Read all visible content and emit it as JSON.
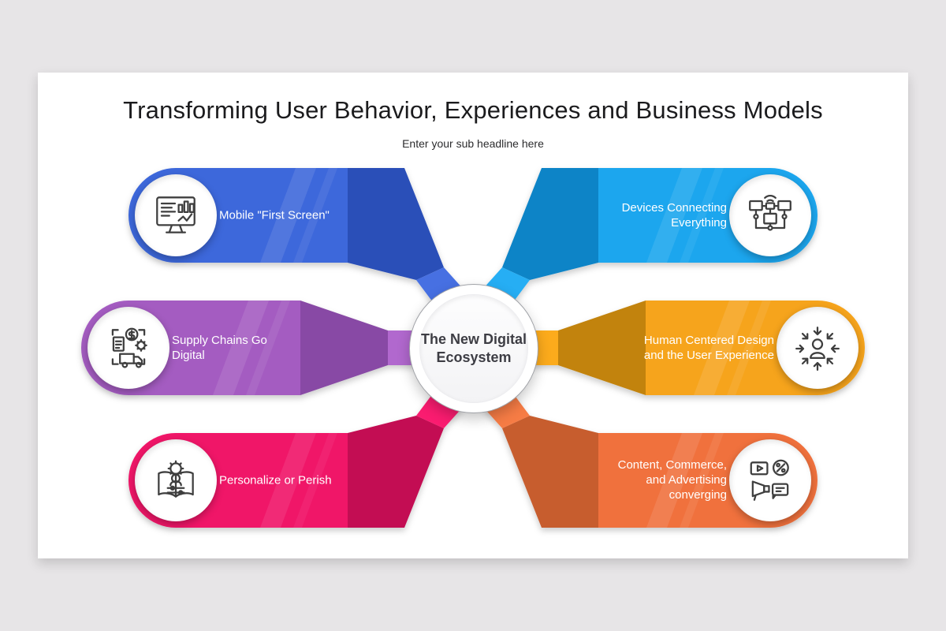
{
  "page": {
    "background": "#e7e5e7",
    "card_color": "#ffffff"
  },
  "header": {
    "title": "Transforming User Behavior, Experiences and Business Models",
    "subtitle": "Enter your sub headline here"
  },
  "center": {
    "label": "The New Digital Ecosystem"
  },
  "items": [
    {
      "id": "mobile-first-screen",
      "position": "top-left",
      "label": "Mobile \"First Screen\"",
      "icon": "monitor-analytics-icon",
      "color": "#3e68db",
      "color_dark": "#2c4fb8",
      "color_bright": "#4670e2"
    },
    {
      "id": "devices-connecting-everything",
      "position": "top-right",
      "label": "Devices Connecting Everything",
      "icon": "connected-devices-icon",
      "color": "#1ba6ee",
      "color_dark": "#0e84c7",
      "color_bright": "#27aef4"
    },
    {
      "id": "supply-chains-go-digital",
      "position": "middle-left",
      "label": "Supply Chains Go Digital",
      "icon": "supply-chain-icon",
      "color": "#a45cc1",
      "color_dark": "#884aa5",
      "color_bright": "#b168ce"
    },
    {
      "id": "human-centered-design",
      "position": "middle-right",
      "label": "Human Centered Design and the User Experience",
      "icon": "human-centered-design-icon",
      "color": "#f6a41e",
      "color_dark": "#c2830e",
      "color_bright": "#fcab1d"
    },
    {
      "id": "personalize-or-perish",
      "position": "bottom-left",
      "label": "Personalize or Perish",
      "icon": "personalization-book-icon",
      "color": "#f01367",
      "color_dark": "#c30d52",
      "color_bright": "#fa1a6f"
    },
    {
      "id": "content-commerce-advertising",
      "position": "bottom-right",
      "label": "Content, Commerce, and Advertising converging",
      "icon": "content-commerce-icon",
      "color": "#f0713e",
      "color_dark": "#c75d2f",
      "color_bright": "#f67b45"
    }
  ]
}
